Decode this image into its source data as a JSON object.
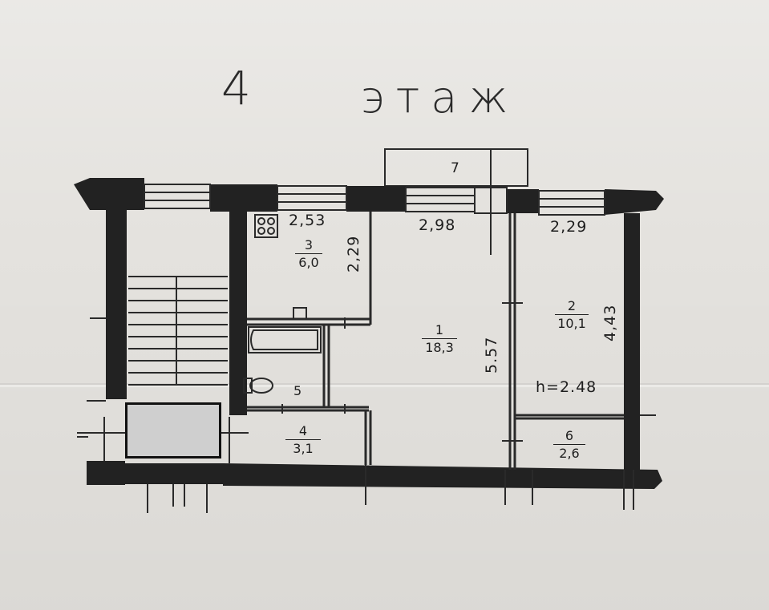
{
  "header": {
    "floor_number": "4",
    "floor_word": "этаж"
  },
  "dimensions": {
    "kitchen_width": "2,53",
    "kitchen_depth": "2,29",
    "living_width": "2,98",
    "living_depth": "5.57",
    "bedroom_width": "2,29",
    "bedroom_depth": "4,43",
    "ceiling_height": "h=2.48"
  },
  "rooms": [
    {
      "id": "living",
      "number": "1",
      "area": "18,3"
    },
    {
      "id": "bedroom",
      "number": "2",
      "area": "10,1"
    },
    {
      "id": "kitchen",
      "number": "3",
      "area": "6,0"
    },
    {
      "id": "hall",
      "number": "4",
      "area": "3,1"
    },
    {
      "id": "bathroom",
      "number": "5",
      "area": ""
    },
    {
      "id": "closet",
      "number": "6",
      "area": "2,6"
    },
    {
      "id": "balcony",
      "number": "7",
      "area": ""
    }
  ],
  "colors": {
    "wall": "#222222",
    "line": "#2a2a2a",
    "paper": "#e4e2de",
    "redaction": "#cfcfcf"
  }
}
